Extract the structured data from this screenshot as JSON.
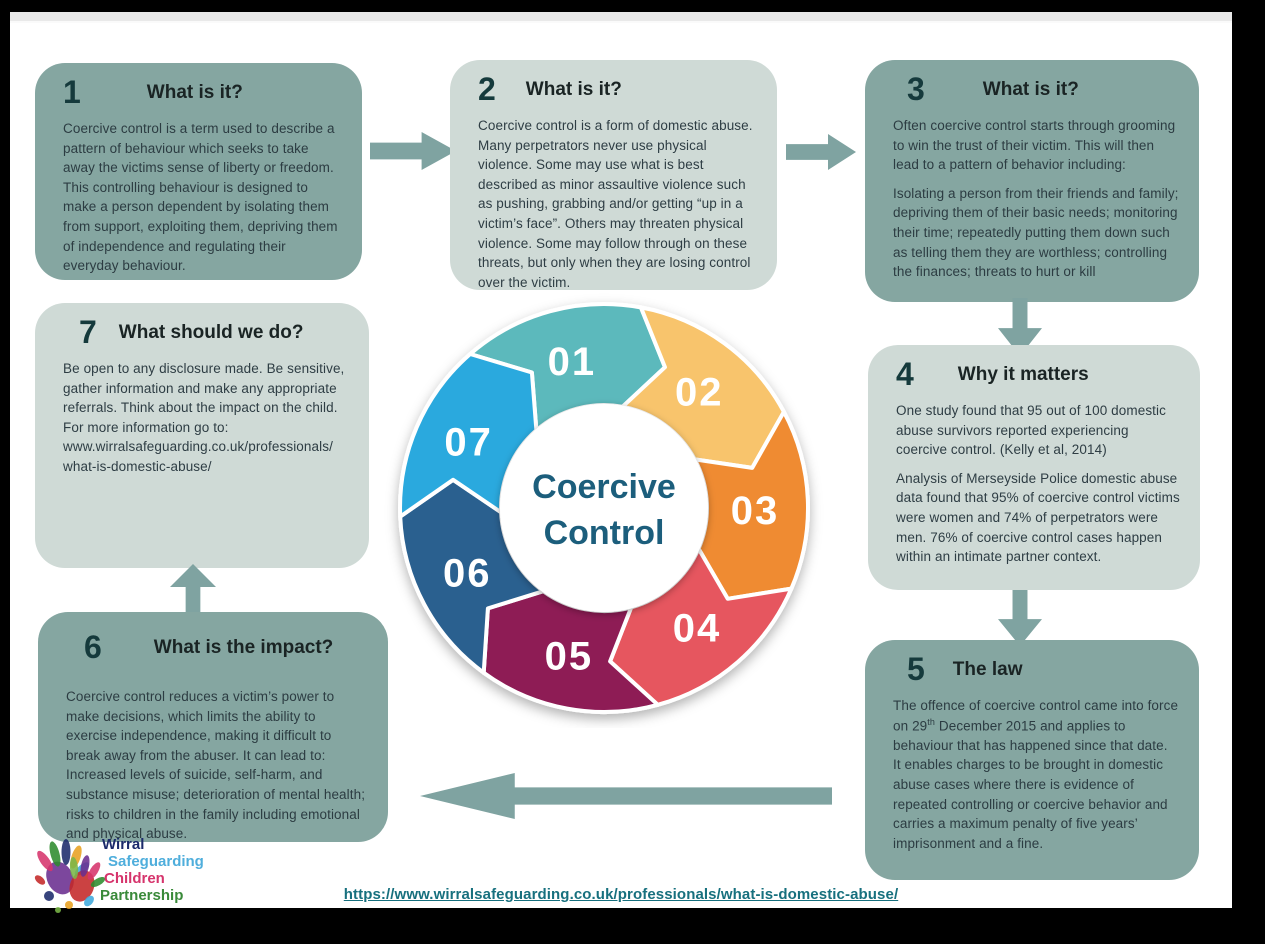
{
  "colors": {
    "box_dark": "#85a6a1",
    "box_light": "#cfdad6",
    "arrow": "#7fa3a1",
    "url_text": "#17707e",
    "top_strip": "#e9e9e9",
    "number_text": "#153a3c",
    "title_text": "#1a2424"
  },
  "boxes": [
    {
      "number": "1",
      "title": "What is it?",
      "p1": "Coercive control is a term used to describe a pattern of behaviour which seeks to take away the victims sense of liberty or freedom. This controlling behaviour is designed to make a person dependent by isolating them from support, exploiting them, depriving them of independence and regulating their everyday behaviour."
    },
    {
      "number": "2",
      "title": "What is it?",
      "p1": "Coercive control is a form of domestic abuse. Many perpetrators never use physical violence. Some may use what is best described as minor assaultive violence such as pushing, grabbing and/or getting “up in a victim’s face”. Others may threaten physical violence. Some may follow through on these threats, but only when they are losing control over the victim."
    },
    {
      "number": "3",
      "title": "What is it?",
      "p1": "Often coercive control starts through grooming to win the trust of their victim. This will then lead to a pattern of behavior including:",
      "p2": "Isolating a person from their friends and family; depriving them of their basic needs; monitoring their time; repeatedly putting them down such as telling them they are worthless; controlling the finances; threats to hurt or kill"
    },
    {
      "number": "4",
      "title": "Why it matters",
      "p1": "One study found that 95 out of 100 domestic abuse survivors reported experiencing coercive control. (Kelly et al, 2014)",
      "p2": "Analysis of Merseyside Police domestic abuse data found that 95% of coercive control victims were women and 74% of perpetrators were men. 76% of coercive control cases happen within an intimate partner context."
    },
    {
      "number": "5",
      "title": "The law",
      "p1_pre": "The offence of coercive control came into force on 29",
      "p1_sup": "th",
      "p1_post": " December 2015 and applies to behaviour that has happened since that date. It enables charges to be brought in domestic abuse cases where there is evidence of repeated controlling or coercive behavior and carries a maximum penalty of five years’ imprisonment and a fine."
    },
    {
      "number": "6",
      "title": "What is the impact?",
      "p1": "Coercive control reduces a victim’s power to make decisions, which limits the ability to exercise independence, making it difficult to break away from the abuser. It can lead to: Increased levels of suicide, self-harm, and substance misuse; deterioration of mental health; risks to children in the family including  emotional and physical abuse."
    },
    {
      "number": "7",
      "title": "What should we do?",
      "p1": "Be open to any disclosure made. Be sensitive, gather information and make any appropriate referrals. Think about the impact on the child. For more information go to:",
      "url_line1": "www.wirralsafeguarding.co.uk/professionals/",
      "url_line2": "what-is-domestic-abuse/"
    }
  ],
  "wheel": {
    "center": {
      "line1": "Coercive",
      "line2": "Control",
      "color": "#1c5e7c"
    },
    "segments": [
      {
        "label": "01",
        "color": "#5cb9bc"
      },
      {
        "label": "02",
        "color": "#f8c46c"
      },
      {
        "label": "03",
        "color": "#ef8b33"
      },
      {
        "label": "04",
        "color": "#e6575f"
      },
      {
        "label": "05",
        "color": "#8e1a55"
      },
      {
        "label": "06",
        "color": "#2b608f"
      },
      {
        "label": "07",
        "color": "#2ba9de"
      }
    ]
  },
  "logo": {
    "lines": [
      {
        "text": "Wirral"
      },
      {
        "text": "Safeguarding"
      },
      {
        "text": "Children"
      },
      {
        "text": "Partnership"
      }
    ],
    "splat_colors": [
      "#6a2d8f",
      "#d6346c",
      "#2e8b2e",
      "#1b2a6b",
      "#e8a020",
      "#3fa9dc",
      "#c42828",
      "#7ab648"
    ]
  },
  "footer": {
    "url": "https://www.wirralsafeguarding.co.uk/professionals/what-is-domestic-abuse/"
  }
}
